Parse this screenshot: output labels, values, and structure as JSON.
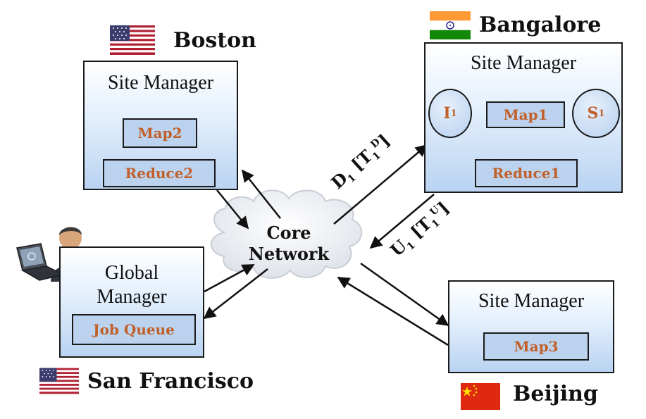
{
  "sites": {
    "boston": {
      "city": "Boston",
      "manager": "Site Manager",
      "tasks": [
        "Map2",
        "Reduce2"
      ]
    },
    "bangalore": {
      "city": "Bangalore",
      "manager": "Site Manager",
      "tasks": [
        "Map1",
        "Reduce1"
      ],
      "input_node": {
        "letter": "I",
        "sub": "1"
      },
      "store_node": {
        "letter": "S",
        "sub": "1"
      }
    },
    "beijing": {
      "city": "Beijing",
      "manager": "Site Manager",
      "tasks": [
        "Map3"
      ]
    },
    "san_francisco": {
      "city": "San Francisco",
      "manager_line1": "Global",
      "manager_line2": "Manager",
      "queue": "Job Queue"
    }
  },
  "core": {
    "line1": "Core",
    "line2": "Network"
  },
  "links": {
    "download": {
      "letter": "D",
      "sub": "1",
      "open": " [T",
      "tsub": "1",
      "tsup": "D",
      "close": "]"
    },
    "upload": {
      "letter": "U",
      "sub": "1",
      "open": " [T",
      "tsub": "1",
      "tsup": "U",
      "close": "]"
    }
  },
  "colors": {
    "task_text": "#c0602a",
    "box_fill_bottom": "#b9d3f1",
    "task_fill": "#bcd3ef",
    "stroke": "#1a1a1a"
  },
  "icons": [
    "us-flag-icon",
    "india-flag-icon",
    "china-flag-icon",
    "user-laptop-icon",
    "cloud-icon"
  ]
}
